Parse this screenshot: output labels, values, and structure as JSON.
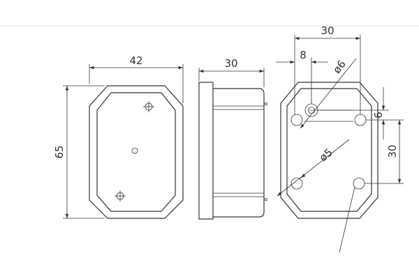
{
  "front_view": {
    "width_label": "42",
    "height_label": "65"
  },
  "side_view": {
    "depth_label": "30"
  },
  "rear_view": {
    "hole_spacing_x_label": "30",
    "hole_offset_label": "8",
    "large_hole_label": "ø6",
    "vertical_offset_label": "6",
    "hole_spacing_y_label": "30",
    "small_hole_label": "ø5"
  }
}
